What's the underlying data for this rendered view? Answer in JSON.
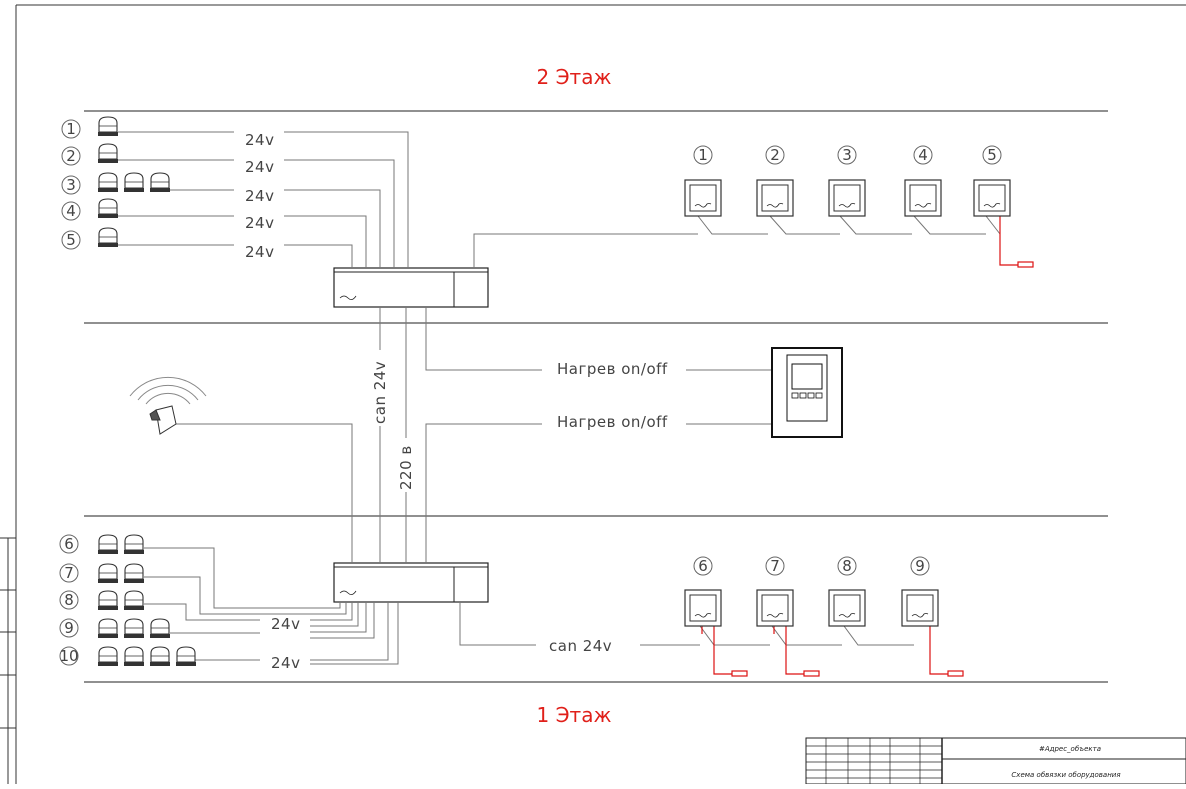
{
  "floors": {
    "upper_title": "2 Этаж",
    "lower_title": "1 Этаж"
  },
  "upper_actuators": [
    {
      "num": "1",
      "voltage": "24v"
    },
    {
      "num": "2",
      "voltage": "24v"
    },
    {
      "num": "3",
      "voltage": "24v"
    },
    {
      "num": "4",
      "voltage": "24v"
    },
    {
      "num": "5",
      "voltage": "24v"
    }
  ],
  "upper_thermostats": [
    "1",
    "2",
    "3",
    "4",
    "5"
  ],
  "lower_actuators": [
    {
      "num": "6"
    },
    {
      "num": "7"
    },
    {
      "num": "8"
    },
    {
      "num": "9"
    },
    {
      "num": "10"
    }
  ],
  "lower_voltage_labels": [
    "24v",
    "24v"
  ],
  "lower_thermostats": [
    "6",
    "7",
    "8",
    "9"
  ],
  "links": {
    "can_vertical": "can 24v",
    "power_vertical": "220 в",
    "heating_1": "Нагрев on/off",
    "heating_2": "Нагрев on/off",
    "can_lower": "can 24v"
  },
  "stamp": {
    "address": "#Адрес_объекта",
    "subtitle": "Схема обвязки оборудования"
  },
  "colors": {
    "floor_title": "#e0201a",
    "sensor_wire": "#d11111",
    "wire": "#777777"
  }
}
